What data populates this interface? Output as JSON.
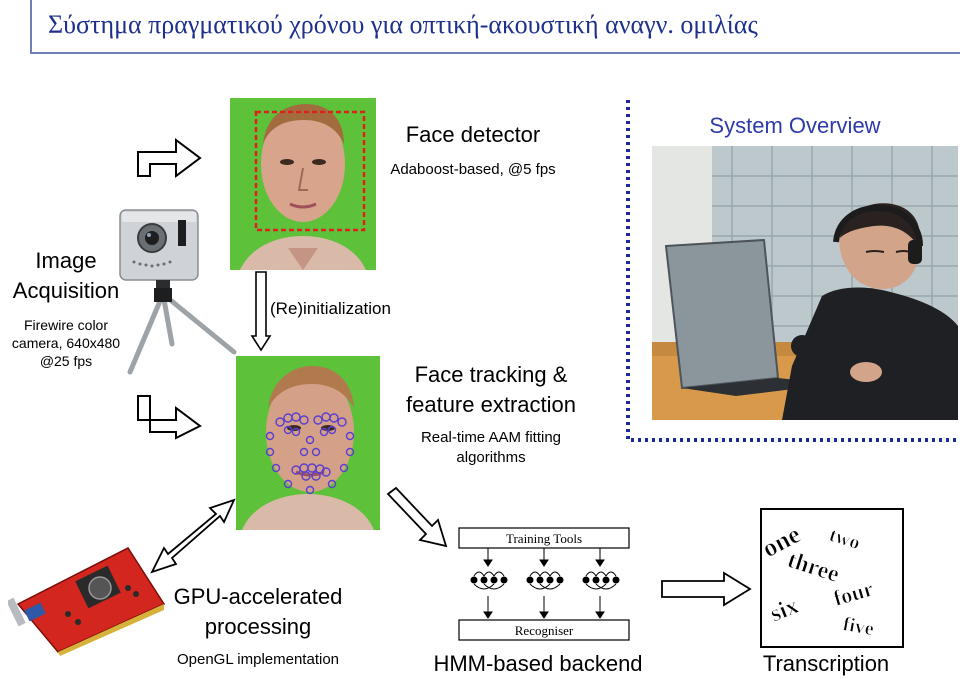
{
  "title": "Σύστημα πραγματικού χρόνου για οπτική-ακουστική αναγν. ομιλίας",
  "face_detector": {
    "title": "Face detector",
    "sub": "Adaboost-based, @5 fps"
  },
  "system_overview": "System Overview",
  "image_acquisition": {
    "title_line1": "Image",
    "title_line2": "Acquisition",
    "sub_line1": "Firewire color",
    "sub_line2": "camera, 640x480",
    "sub_line3": "@25 fps"
  },
  "reinit": "(Re)initialization",
  "face_tracking": {
    "title_line1": "Face tracking &",
    "title_line2": "feature extraction",
    "sub_line1": "Real-time AAM fitting",
    "sub_line2": "algorithms"
  },
  "gpu": {
    "title_line1": "GPU-accelerated",
    "title_line2": "processing",
    "sub": "OpenGL implementation"
  },
  "hmm": {
    "label": "HMM-based backend",
    "training": "Training Tools",
    "recogniser": "Recogniser"
  },
  "transcription": {
    "label": "Transcription",
    "words": [
      "one",
      "two",
      "three",
      "six",
      "four",
      "five"
    ]
  },
  "colors": {
    "title": "#1f2f8c",
    "overview": "#2e3aa8",
    "dotted_border": "#1a2a9a",
    "face_bg": "#5ec13a",
    "detect_box": "#e0201c",
    "aam_points": "#5a3fd0"
  }
}
